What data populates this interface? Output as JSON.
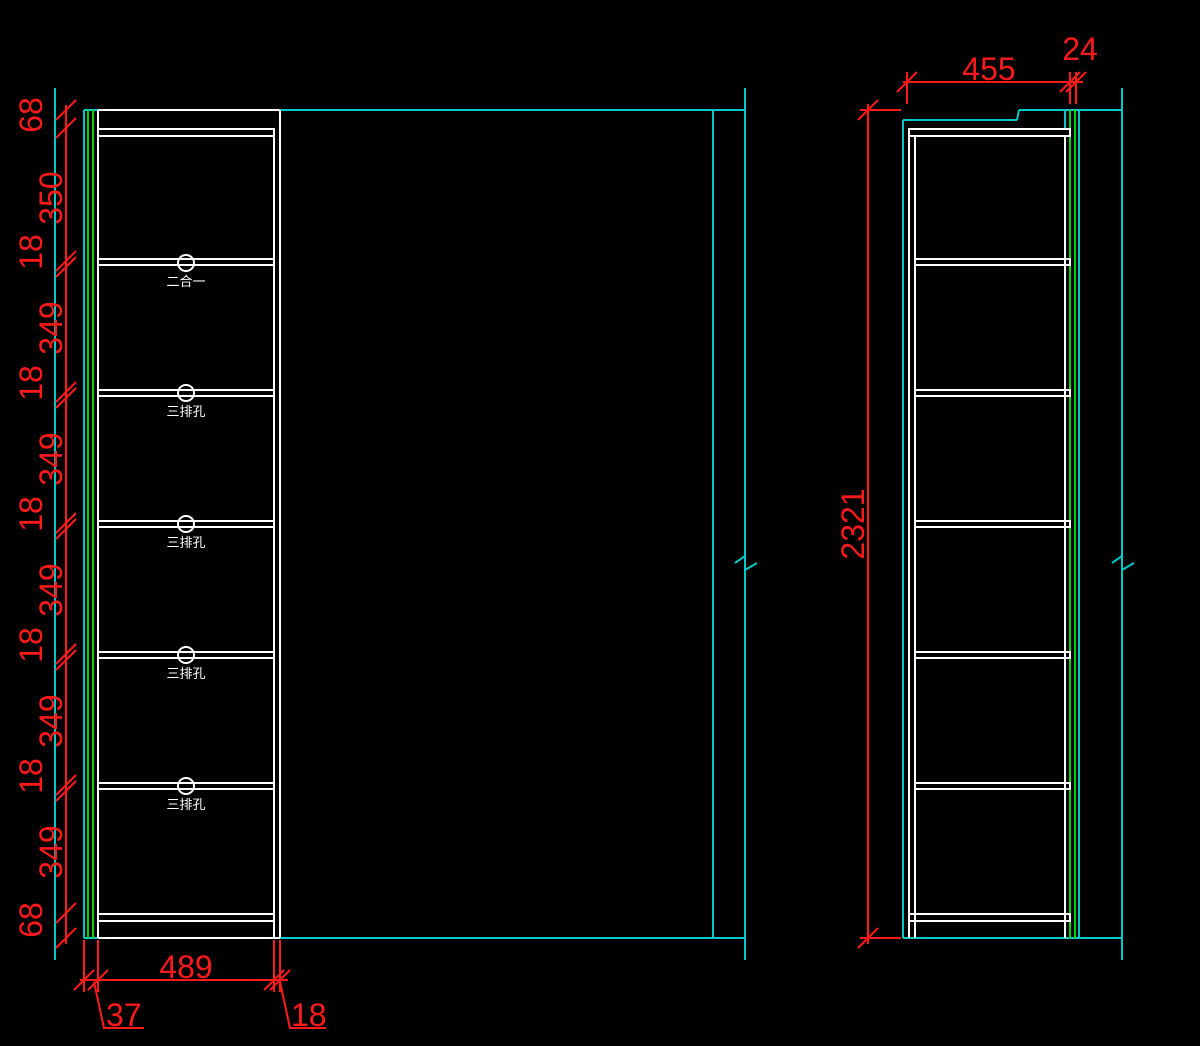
{
  "front": {
    "vertical_dims": [
      "68",
      "350",
      "18",
      "349",
      "18",
      "349",
      "18",
      "349",
      "18",
      "349",
      "18",
      "349",
      "68"
    ],
    "hole_labels": [
      "二合一",
      "三排孔",
      "三排孔",
      "三排孔",
      "三排孔"
    ],
    "bottom_dims": {
      "width": "489",
      "side_left": "37",
      "side_right": "18"
    }
  },
  "side": {
    "height": "2321",
    "depth": "455",
    "back": "24"
  },
  "colors": {
    "dimension": "#ff1a1a",
    "outline": "#ffffff",
    "wall": "#00c8c8",
    "panel": "#00d000",
    "background": "#000000"
  }
}
